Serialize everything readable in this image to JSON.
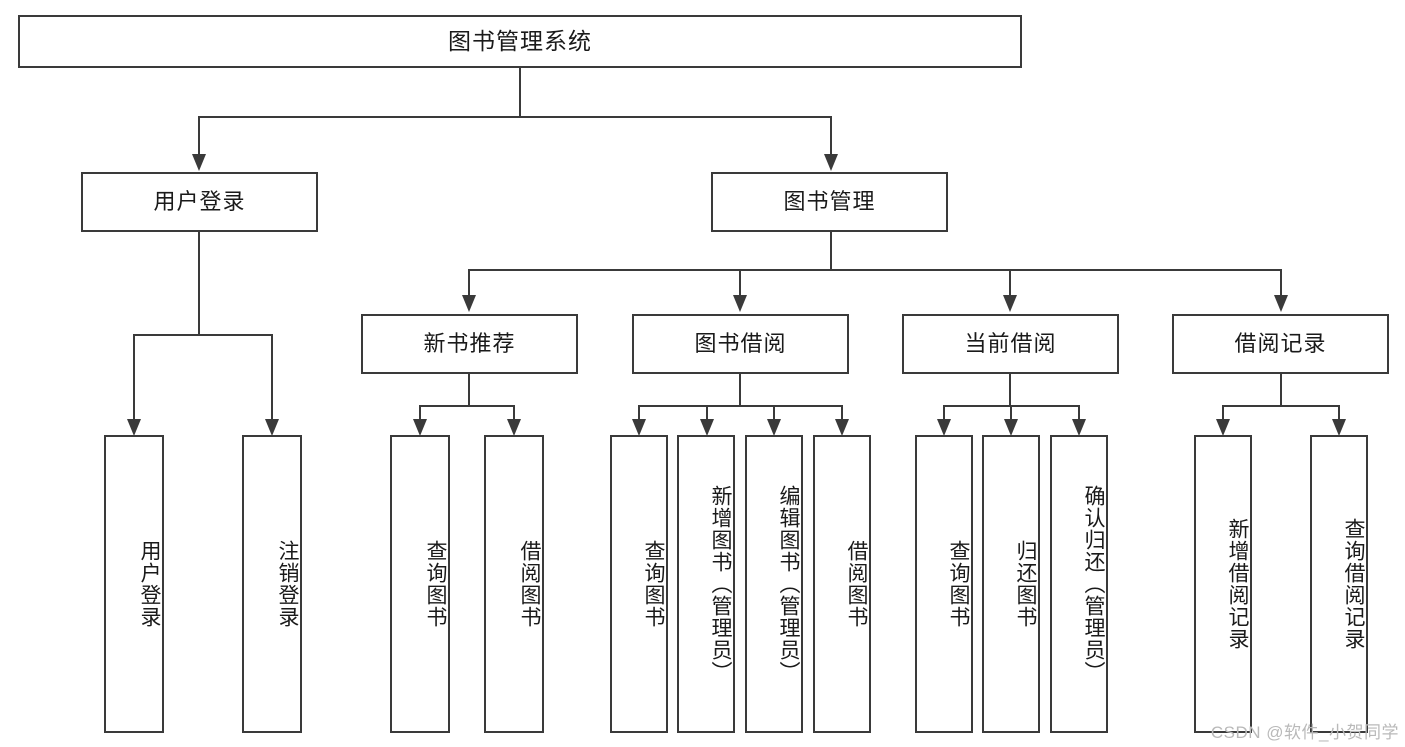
{
  "diagram": {
    "type": "hierarchy-tree",
    "title": "图书管理系统",
    "watermark": "CSDN @软件_小贺同学",
    "colors": {
      "stroke": "#3a3a3a",
      "fill": "#ffffff",
      "text": "#1a1a1a",
      "watermark": "#b9b9b9"
    },
    "levels": {
      "root": {
        "label": "图书管理系统"
      },
      "level2": [
        {
          "label": "用户登录"
        },
        {
          "label": "图书管理"
        }
      ],
      "level3": [
        {
          "label": "新书推荐"
        },
        {
          "label": "图书借阅"
        },
        {
          "label": "当前借阅"
        },
        {
          "label": "借阅记录"
        }
      ],
      "leaves": {
        "user_login": [
          {
            "label": "用户登录"
          },
          {
            "label": "注销登录"
          }
        ],
        "new_book": [
          {
            "label": "查询图书"
          },
          {
            "label": "借阅图书"
          }
        ],
        "book_borrow": [
          {
            "label": "查询图书"
          },
          {
            "label": "新增图书（管理员）"
          },
          {
            "label": "编辑图书（管理员）"
          },
          {
            "label": "借阅图书"
          }
        ],
        "current_borrow": [
          {
            "label": "查询图书"
          },
          {
            "label": "归还图书"
          },
          {
            "label": "确认归还（管理员）"
          }
        ],
        "borrow_record": [
          {
            "label": "新增借阅记录"
          },
          {
            "label": "查询借阅记录"
          }
        ]
      }
    }
  }
}
